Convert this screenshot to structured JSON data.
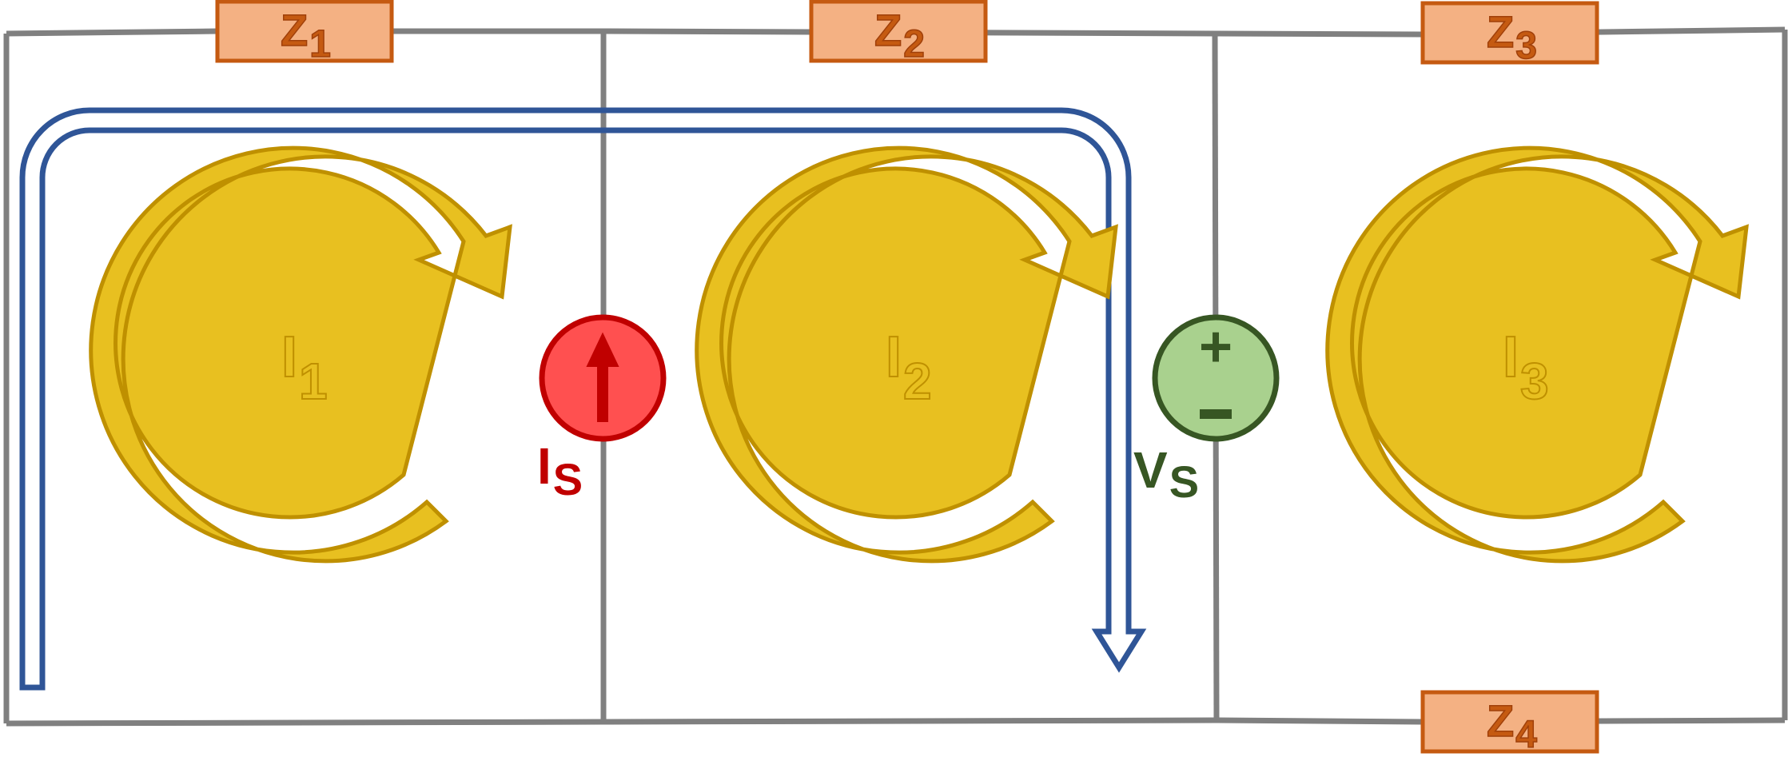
{
  "impedances": [
    {
      "letter": "Z",
      "sub": "1"
    },
    {
      "letter": "Z",
      "sub": "2"
    },
    {
      "letter": "Z",
      "sub": "3"
    },
    {
      "letter": "Z",
      "sub": "4"
    }
  ],
  "mesh_currents": [
    {
      "letter": "I",
      "sub": "1"
    },
    {
      "letter": "I",
      "sub": "2"
    },
    {
      "letter": "I",
      "sub": "3"
    }
  ],
  "current_source": {
    "letter": "I",
    "sub": "S",
    "color": "#C00000",
    "fill": "#FF5050"
  },
  "voltage_source": {
    "letter": "V",
    "sub": "S",
    "plus": "+",
    "minus": "-",
    "color": "#375623",
    "fill": "#A9D18E"
  },
  "colors": {
    "wire": "#808080",
    "impedance_fill": "#F4B183",
    "impedance_stroke": "#C55A11",
    "mesh_fill": "#E8C020",
    "mesh_stroke": "#BF9000",
    "supermesh": "#2F5597"
  }
}
